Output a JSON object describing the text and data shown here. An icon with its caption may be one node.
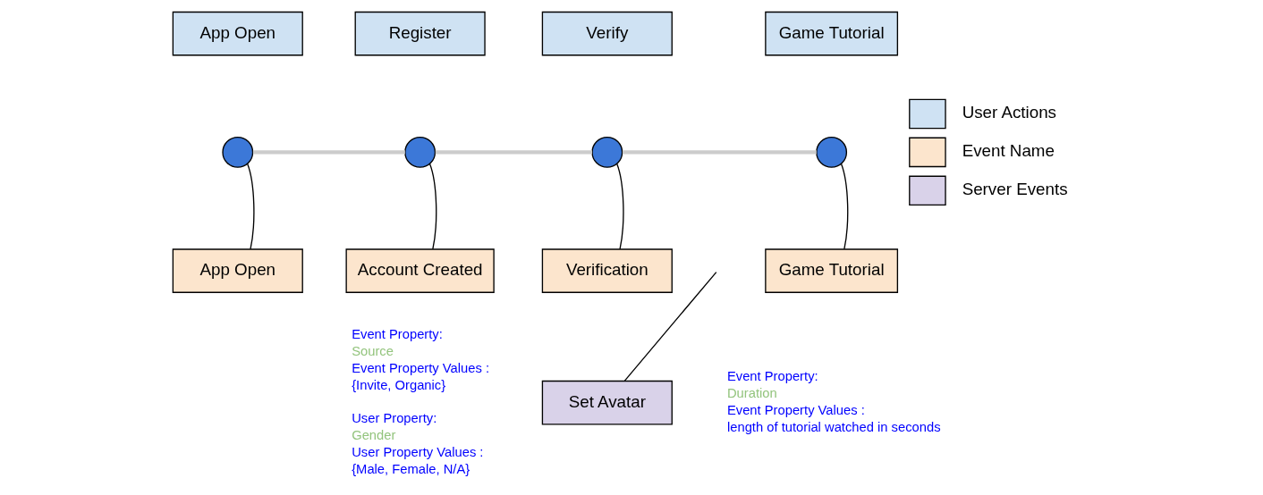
{
  "diagram": {
    "nodes": [
      {
        "text": [
          "App Open"
        ]
      },
      {
        "text": [
          "Register"
        ]
      },
      {
        "text": [
          "Verify"
        ]
      },
      {
        "text": [
          "Game Tutorial"
        ]
      },
      {
        "text": [],
        "shape": "circle"
      },
      {
        "text": [],
        "shape": "circle"
      },
      {
        "text": [],
        "shape": "circle"
      },
      {
        "text": [],
        "shape": "circle"
      },
      {
        "text": [
          "App Open"
        ]
      },
      {
        "text": [
          "Account Created"
        ]
      },
      {
        "text": [
          "Verification"
        ]
      },
      {
        "text": [
          "Game Tutorial"
        ]
      },
      {
        "text": [
          "Set Avatar"
        ]
      }
    ],
    "edges": [
      {
        "from": 4,
        "to": 5,
        "arrow": "none",
        "color": "#cccccc",
        "style": "thick"
      },
      {
        "from": 5,
        "to": 6,
        "arrow": "none",
        "color": "#cccccc",
        "style": "thick"
      },
      {
        "from": 6,
        "to": 7,
        "arrow": "none",
        "color": "#cccccc",
        "style": "thick"
      },
      {
        "from": 8,
        "to": 4,
        "arrow": "none"
      },
      {
        "from": 9,
        "to": 5,
        "arrow": "none"
      },
      {
        "from": 10,
        "to": 6,
        "arrow": "none"
      },
      {
        "from": 11,
        "to": 7,
        "arrow": "none"
      },
      {
        "from": 12,
        "to": null,
        "arrow": "none"
      }
    ],
    "labels": [
      "Event Property:",
      "Source",
      "Event Property Values :",
      "{Invite, Organic}",
      "User Property:",
      "Gender",
      "User Property Values :",
      "{Male, Female, N/A}",
      "Event Property:",
      "Duration",
      "Event Property Values :",
      "length of tutorial watched in seconds"
    ],
    "legend": [
      {
        "text": "User Actions",
        "color": "#cfe2f3"
      },
      {
        "text": "Event Name",
        "color": "#fce5cd"
      },
      {
        "text": "Server Events",
        "color": "#d9d2e9"
      }
    ]
  }
}
